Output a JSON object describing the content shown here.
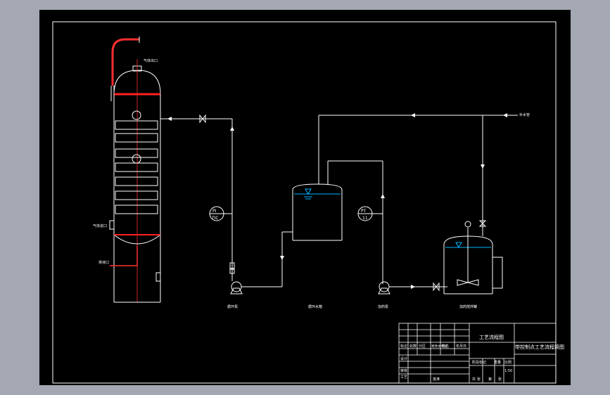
{
  "labels": {
    "gas_outlet": "气体出口",
    "gas_inlet": "气体进口",
    "liquid_outlet": "排液口",
    "recycle_pump": "循环泵",
    "make_up_water": "补水管",
    "circulation_tank": "循环水箱",
    "dosing_pump": "加药泵",
    "dosing_tank": "加药搅拌罐"
  },
  "instruments": {
    "pi_left_top": "PI",
    "pi_left_bottom": "TIC",
    "pi_right_top": "PT",
    "pi_right_bottom": "11"
  },
  "title_block": {
    "drawing_name": "工艺流程图",
    "project_name": "带控制点工艺流程简图",
    "row_labels": [
      "标记",
      "设计",
      "审核",
      "工艺"
    ],
    "header_cells": [
      "处数",
      "分区",
      "更改文件号",
      "签名",
      "年月日"
    ],
    "misc": [
      "批准",
      "阶段标记",
      "重量",
      "比例",
      "1:50",
      "共",
      "张",
      "第",
      "张"
    ]
  },
  "colors": {
    "line": "#ffffff",
    "vessel_band": "#ff2020",
    "water": "#00b7ff",
    "background": "#000000",
    "frame_bg": "#a3a8b3"
  }
}
